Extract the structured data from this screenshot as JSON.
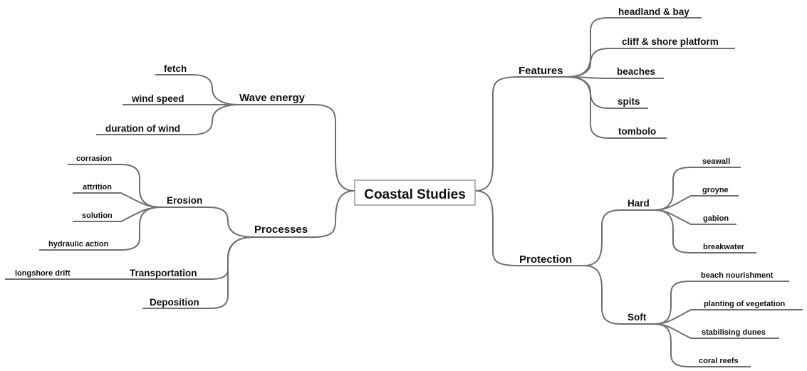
{
  "root": "Coastal Studies",
  "features": {
    "label": "Features",
    "items": [
      "headland & bay",
      "cliff & shore platform",
      "beaches",
      "spits",
      "tombolo"
    ]
  },
  "protection": {
    "label": "Protection",
    "hard": {
      "label": "Hard",
      "items": [
        "seawall",
        "groyne",
        "gabion",
        "breakwater"
      ]
    },
    "soft": {
      "label": "Soft",
      "items": [
        "beach nourishment",
        "planting of vegetation",
        "stabilising dunes",
        "coral reefs"
      ]
    }
  },
  "wave_energy": {
    "label": "Wave energy",
    "items": [
      "fetch",
      "wind speed",
      "duration of wind"
    ]
  },
  "processes": {
    "label": "Processes",
    "erosion": {
      "label": "Erosion",
      "items": [
        "corrasion",
        "attrition",
        "solution",
        "hydraulic action"
      ]
    },
    "transportation": {
      "label": "Transportation",
      "items": [
        "longshore drift"
      ]
    },
    "deposition": {
      "label": "Deposition"
    }
  },
  "colors": {
    "line": "#6f6f6f",
    "text": "#111111",
    "root_border": "#9a9a9a"
  }
}
